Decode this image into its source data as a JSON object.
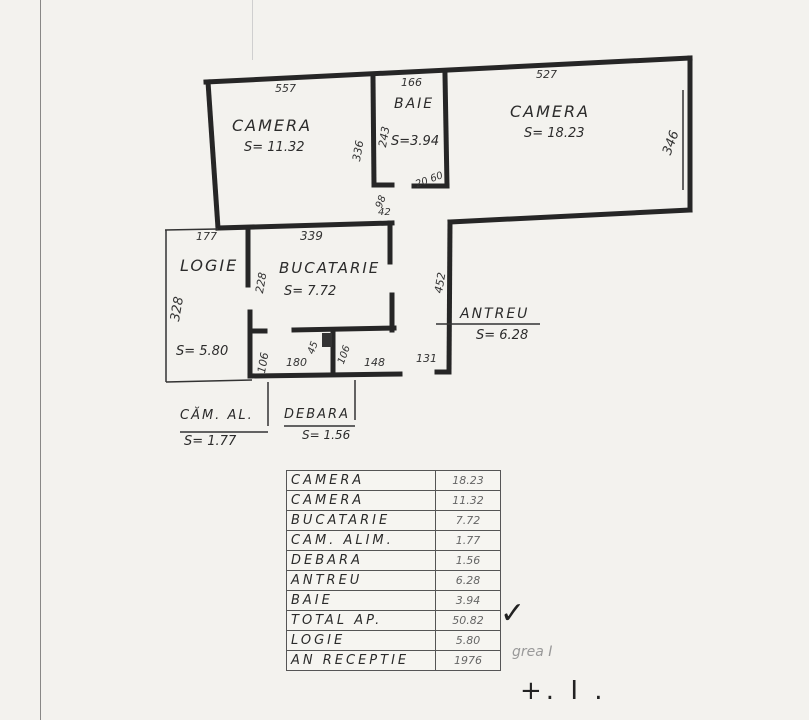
{
  "document": {
    "type": "apartment floor plan (scanned)"
  },
  "rooms": {
    "camera_left": {
      "label": "CAMERA",
      "area": "S= 11.32",
      "dim_top": "557",
      "dim_side": "336"
    },
    "baie": {
      "label": "BAIE",
      "area": "S=3.94",
      "dim_top": "166",
      "dim_side": "243",
      "dim_door": "20 60"
    },
    "camera_right": {
      "label": "CAMERA",
      "area": "S= 18.23",
      "dim_top": "527",
      "dim_side": "346"
    },
    "logie": {
      "label": "LOGIE",
      "area": "S= 5.80",
      "dim_top": "177",
      "dim_side": "328"
    },
    "bucatarie": {
      "label": "BUCATARIE",
      "area": "S= 7.72",
      "dim_top": "339",
      "dim_side": "228"
    },
    "antreu": {
      "label": "ANTREU",
      "area": "S= 6.28",
      "dim_side": "452",
      "dim_bottom": "131"
    },
    "hall": {
      "dim_a": "98",
      "dim_b": "42"
    },
    "cam_al": {
      "label": "CĂM. AL.",
      "area": "S= 1.77",
      "dim_a": "106",
      "dim_b": "180"
    },
    "debara": {
      "label": "DEBARA",
      "area": "S= 1.56",
      "dim_a": "45",
      "dim_b": "106",
      "dim_c": "148"
    }
  },
  "summary_table": {
    "rows": [
      {
        "name": "CAMERA",
        "value": "18.23"
      },
      {
        "name": "CAMERA",
        "value": "11.32"
      },
      {
        "name": "BUCATARIE",
        "value": "7.72"
      },
      {
        "name": "CAM. ALIM.",
        "value": "1.77"
      },
      {
        "name": "DEBARA",
        "value": "1.56"
      },
      {
        "name": "ANTREU",
        "value": "6.28"
      },
      {
        "name": "BAIE",
        "value": "3.94"
      },
      {
        "name": "TOTAL AP.",
        "value": "50.82"
      },
      {
        "name": "LOGIE",
        "value": "5.80"
      },
      {
        "name": "AN RECEPTIE",
        "value": "1976"
      }
    ]
  },
  "annotations": {
    "check": "✓",
    "faint_note": "grea I",
    "bold_note": "+. I ."
  }
}
